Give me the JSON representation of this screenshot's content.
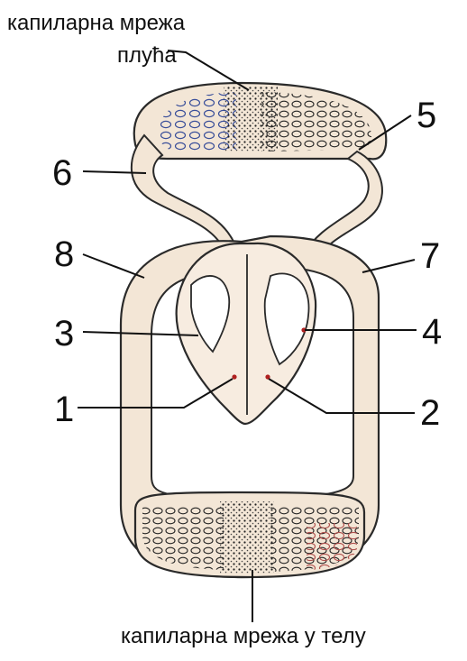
{
  "captions": {
    "lung_line1": "капиларна мрежа",
    "lung_line2": "плућа",
    "body": "капиларна мрежа у телу"
  },
  "numbers": [
    "1",
    "2",
    "3",
    "4",
    "5",
    "6",
    "7",
    "8"
  ],
  "colors": {
    "vessel_fill": "#f3e6d6",
    "vessel_stroke": "#2a2a2a",
    "capillary_blue": "#3a4f9a",
    "capillary_red": "#c0504d",
    "heart_fill": "#f7ece0"
  }
}
